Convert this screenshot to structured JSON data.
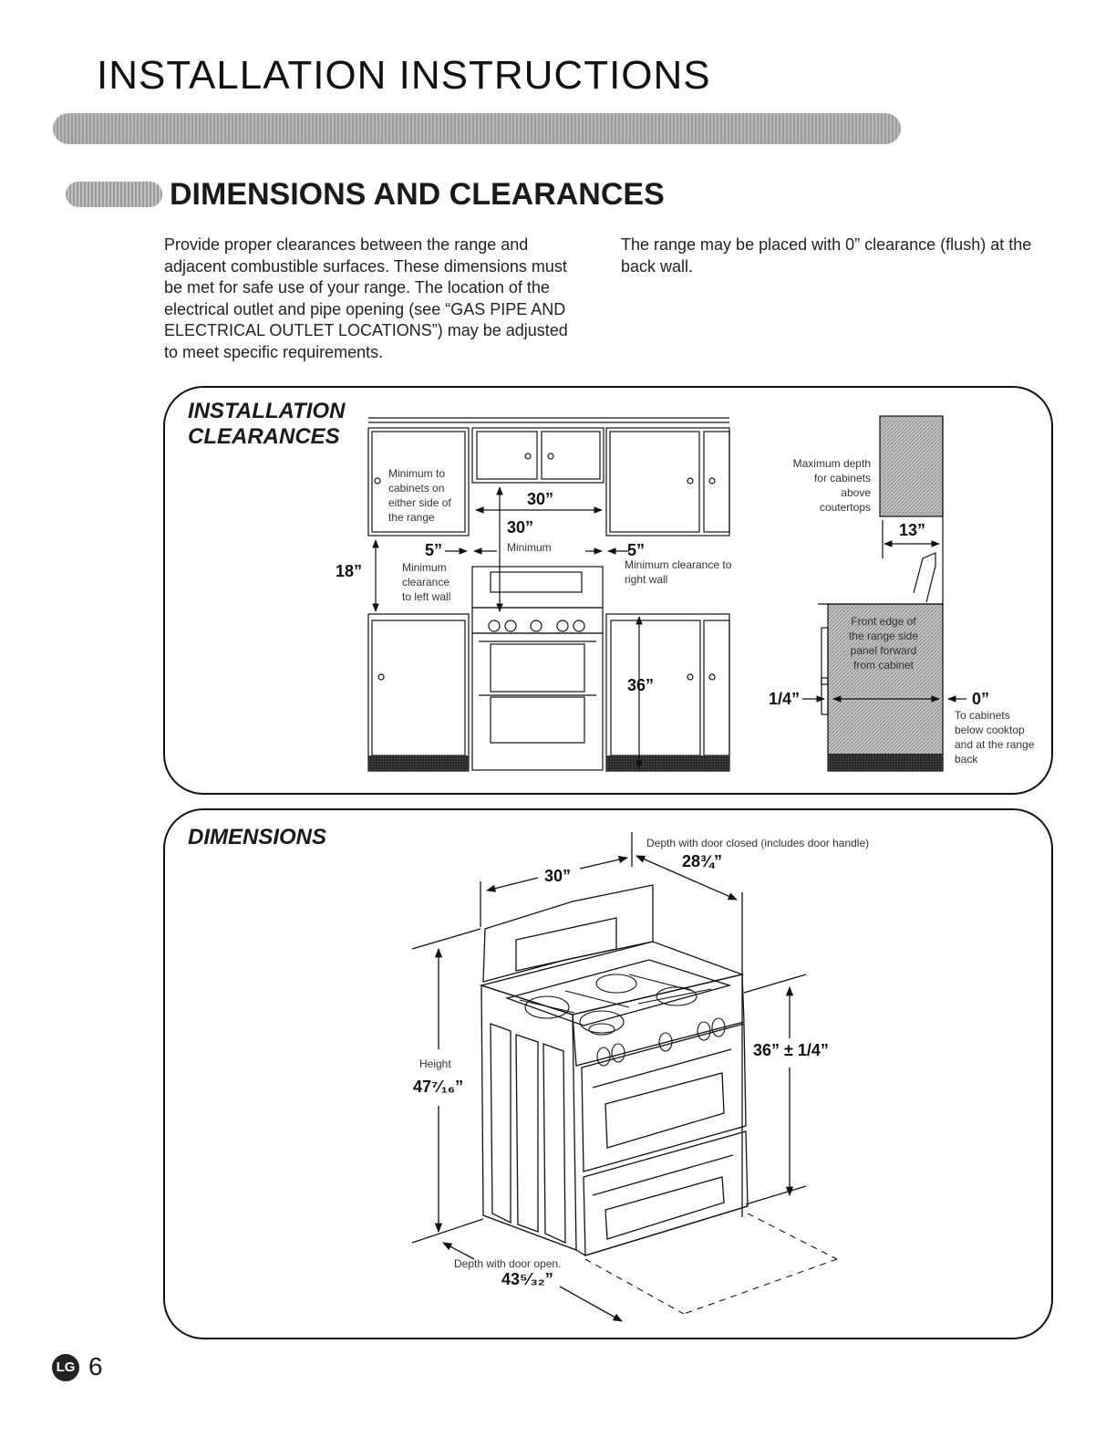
{
  "header": {
    "title": "INSTALLATION INSTRUCTIONS"
  },
  "section": {
    "heading": "DIMENSIONS AND CLEARANCES"
  },
  "intro": {
    "left": "Provide proper clearances between the range and adjacent combustible surfaces. These dimensions must be met for safe use of your range. The location of the electrical outlet and pipe opening (see “GAS PIPE AND ELECTRICAL OUTLET LOCATIONS”) may be adjusted to meet specific requirements.",
    "right": "The range may be placed with 0” clearance (flush) at the back wall."
  },
  "clearances": {
    "title_line1": "INSTALLATION",
    "title_line2": "CLEARANCES",
    "min_cabinets": [
      "Minimum to",
      "cabinets on",
      "either side of",
      "the range"
    ],
    "dim_30_top": "30”",
    "dim_30_min": "30”",
    "minimum": "Minimum",
    "dim_5_left": "5”",
    "dim_5_right": "5”",
    "dim_18": "18”",
    "left_wall": [
      "Minimum",
      "clearance",
      "to left wall"
    ],
    "right_wall": [
      "Minimum clearance to",
      "right wall"
    ],
    "dim_36": "36”",
    "max_depth": [
      "Maximum depth",
      "for cabinets",
      "above",
      "coutertops"
    ],
    "dim_13": "13”",
    "front_edge": [
      "Front edge of",
      "the range side",
      "panel forward",
      "from cabinet"
    ],
    "dim_quarter": "1/4”",
    "dim_0": "0”",
    "to_cabinets": [
      "To cabinets",
      "below cooktop",
      "and at the range",
      "back"
    ]
  },
  "dimensions": {
    "title": "DIMENSIONS",
    "depth_closed_label": "Depth with door closed (includes door handle)",
    "depth_closed_value": "28¾”",
    "width_value": "30”",
    "height_label": "Height",
    "height_value": "47⁷⁄₁₆”",
    "counter_height": "36” ± 1/4”",
    "depth_open_label": "Depth with door open.",
    "depth_open_value": "43⁵⁄₃₂”"
  },
  "footer": {
    "logo": "LG",
    "page_number": "6"
  }
}
